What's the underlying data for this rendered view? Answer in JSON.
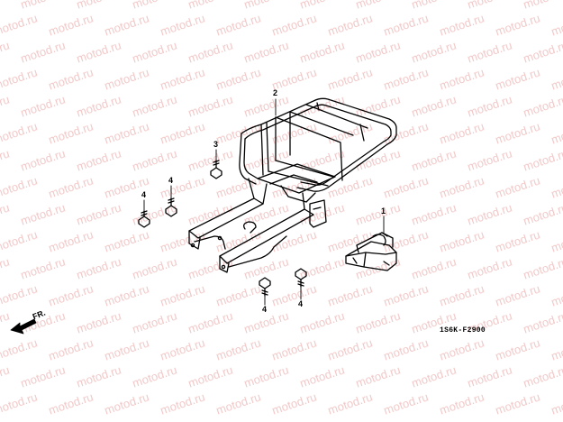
{
  "watermark": {
    "text": "motod.ru"
  },
  "callouts": {
    "rack": "2",
    "bolt_top": "3",
    "bolt_left_outer": "4",
    "bolt_left_inner": "4",
    "bolt_bottom_left": "4",
    "bolt_bottom_right": "4",
    "bracket": "1"
  },
  "direction": {
    "label": "FR."
  },
  "reference_code": "1S6K-F2900",
  "colors": {
    "line": "#000000",
    "watermark": "#f2c9c9",
    "background": "#ffffff"
  }
}
